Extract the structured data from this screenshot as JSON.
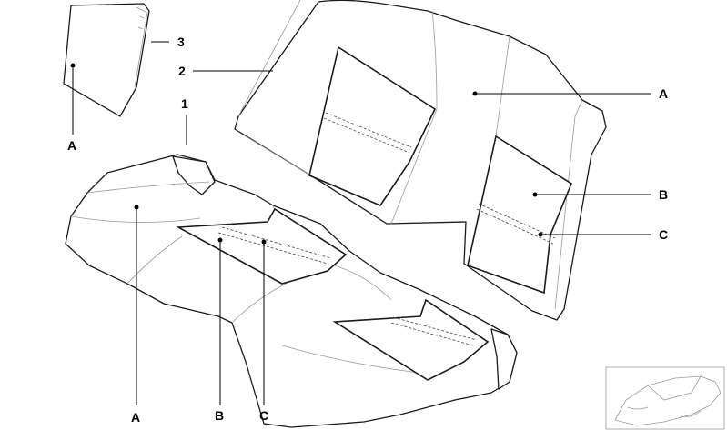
{
  "callouts": {
    "part_1": "1",
    "part_2": "2",
    "part_3": "3",
    "backrest_a": "A",
    "backrest_b": "B",
    "backrest_c": "C",
    "headrest_a": "A",
    "cushion_a": "A",
    "cushion_b": "B",
    "cushion_c": "C"
  }
}
